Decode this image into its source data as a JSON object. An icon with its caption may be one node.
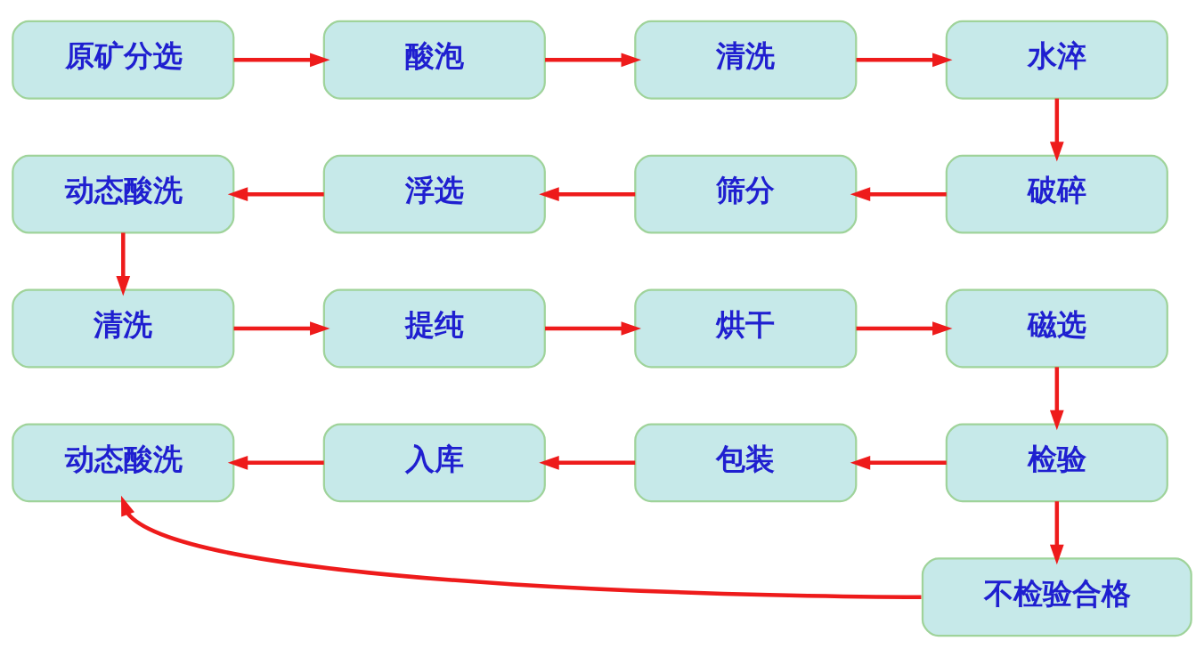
{
  "diagram": {
    "nodes": [
      {
        "text": [
          "原矿分选"
        ]
      },
      {
        "text": [
          "酸泡"
        ]
      },
      {
        "text": [
          "清洗"
        ]
      },
      {
        "text": [
          "水淬"
        ]
      },
      {
        "text": [
          "动态酸洗"
        ]
      },
      {
        "text": [
          "浮选"
        ]
      },
      {
        "text": [
          "筛分"
        ]
      },
      {
        "text": [
          "破碎"
        ]
      },
      {
        "text": [
          "清洗"
        ]
      },
      {
        "text": [
          "提纯"
        ]
      },
      {
        "text": [
          "烘干"
        ]
      },
      {
        "text": [
          "磁选"
        ]
      },
      {
        "text": [
          "动态酸洗"
        ]
      },
      {
        "text": [
          "入库"
        ]
      },
      {
        "text": [
          "包装"
        ]
      },
      {
        "text": [
          "检验"
        ]
      },
      {
        "text": [
          "不检验合格"
        ]
      }
    ],
    "edges": [
      {
        "from": 0,
        "to": 1,
        "arrow": "to"
      },
      {
        "from": 1,
        "to": 2,
        "arrow": "to"
      },
      {
        "from": 2,
        "to": 3,
        "arrow": "to"
      },
      {
        "from": 3,
        "to": 7,
        "arrow": "to"
      },
      {
        "from": 7,
        "to": 6,
        "arrow": "to"
      },
      {
        "from": 6,
        "to": 5,
        "arrow": "to"
      },
      {
        "from": 5,
        "to": 4,
        "arrow": "to"
      },
      {
        "from": 4,
        "to": 8,
        "arrow": "to"
      },
      {
        "from": 8,
        "to": 9,
        "arrow": "to"
      },
      {
        "from": 9,
        "to": 10,
        "arrow": "to"
      },
      {
        "from": 10,
        "to": 11,
        "arrow": "to"
      },
      {
        "from": 11,
        "to": 15,
        "arrow": "to"
      },
      {
        "from": 15,
        "to": 14,
        "arrow": "to"
      },
      {
        "from": 14,
        "to": 13,
        "arrow": "to"
      },
      {
        "from": 13,
        "to": 12,
        "arrow": "to"
      },
      {
        "from": 15,
        "to": 16,
        "arrow": "to"
      },
      {
        "from": 16,
        "to": 12,
        "arrow": "to"
      }
    ]
  }
}
